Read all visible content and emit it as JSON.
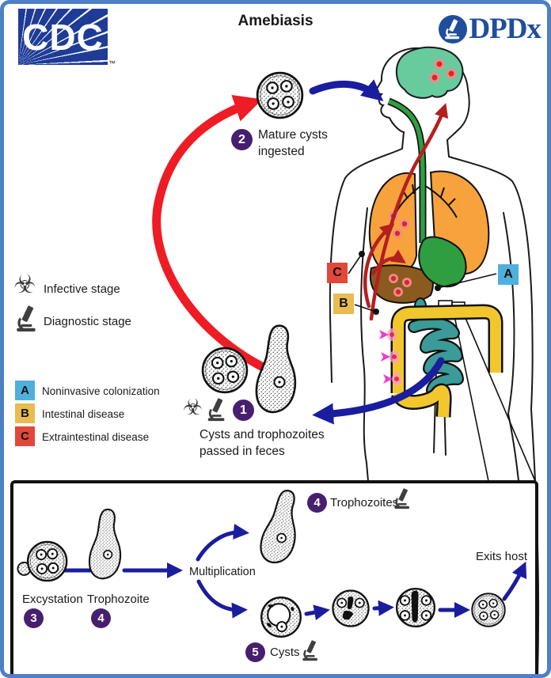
{
  "header": {
    "title": "Amebiasis",
    "cdc_logo": "CDC",
    "cdc_trademark": "™",
    "dpdx_logo": "DPDx"
  },
  "legend": {
    "infective": "Infective stage",
    "diagnostic": "Diagnostic stage"
  },
  "classification": [
    {
      "letter": "A",
      "label": "Noninvasive colonization",
      "color": "#4fb0dc"
    },
    {
      "letter": "B",
      "label": "Intestinal disease",
      "color": "#e8bc52"
    },
    {
      "letter": "C",
      "label": "Extraintestinal disease",
      "color": "#e2483a"
    }
  ],
  "stages": {
    "s1": {
      "number": "1",
      "line1": "Cysts and trophozoites",
      "line2": "passed in feces"
    },
    "s2": {
      "number": "2",
      "line1": "Mature cysts",
      "line2": "ingested"
    },
    "s3": {
      "number": "3",
      "label": "Excystation"
    },
    "s4": {
      "number": "4",
      "label": "Trophozoite"
    },
    "s4b": {
      "number": "4",
      "label": "Trophozoites"
    },
    "s5": {
      "number": "5",
      "label": "Cysts"
    }
  },
  "bottom_panel": {
    "multiplication": "Multiplication",
    "exits_host": "Exits host"
  },
  "icons": {
    "biohazard_glyph": "☣"
  },
  "colors": {
    "frame_border": "#4e80c4",
    "cdc_blue": "#1e3c96",
    "dpdx_blue": "#1f4e9c",
    "badge_purple": "#471f6f",
    "cycle_red": "#ee1c25",
    "cycle_blue": "#1a1d9e",
    "infection_red": "#b32020",
    "magenta_arrows": "#ee3ccc",
    "lungs": "#f7a23c",
    "liver": "#8a5a1e",
    "stomach": "#2f9e41",
    "small_intestine": "#3a9b98",
    "colon": "#f2c72e",
    "brain": "#67cb9e"
  }
}
